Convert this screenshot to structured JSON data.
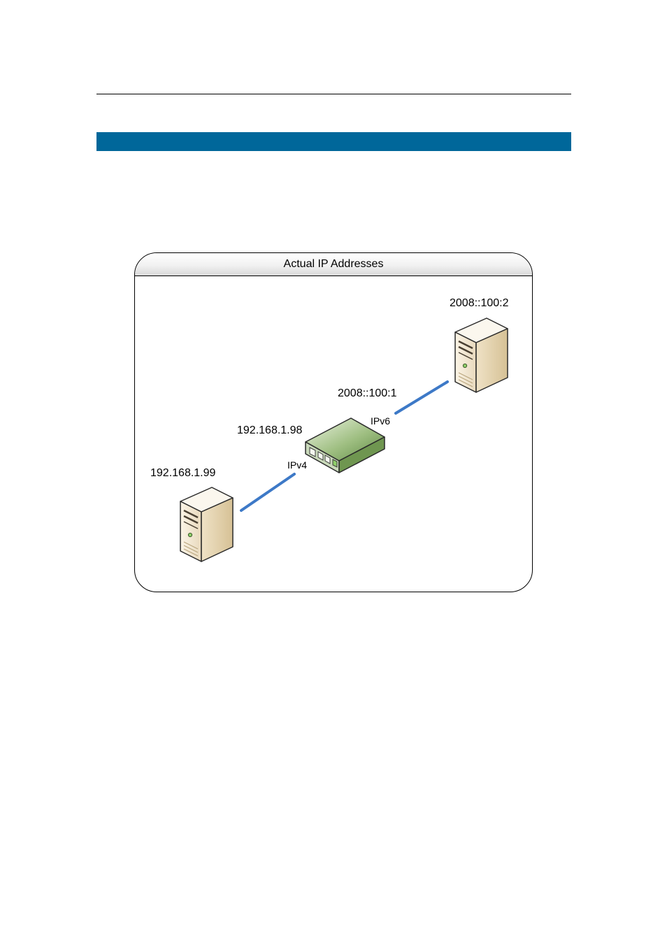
{
  "diagram": {
    "title": "Actual IP Addresses",
    "nodes": {
      "server_left": {
        "label": "192.168.1.99",
        "icon": "server-icon"
      },
      "server_right": {
        "label": "2008::100:2",
        "icon": "server-icon"
      },
      "router": {
        "ipv4_label": "192.168.1.98",
        "ipv6_label": "2008::100:1",
        "icon": "router-icon"
      }
    },
    "links": {
      "ipv4": "IPv4",
      "ipv6": "IPv6"
    },
    "colors": {
      "header_bar": "#00679a",
      "link": "#3d79c7",
      "router": "#7ea262"
    }
  }
}
